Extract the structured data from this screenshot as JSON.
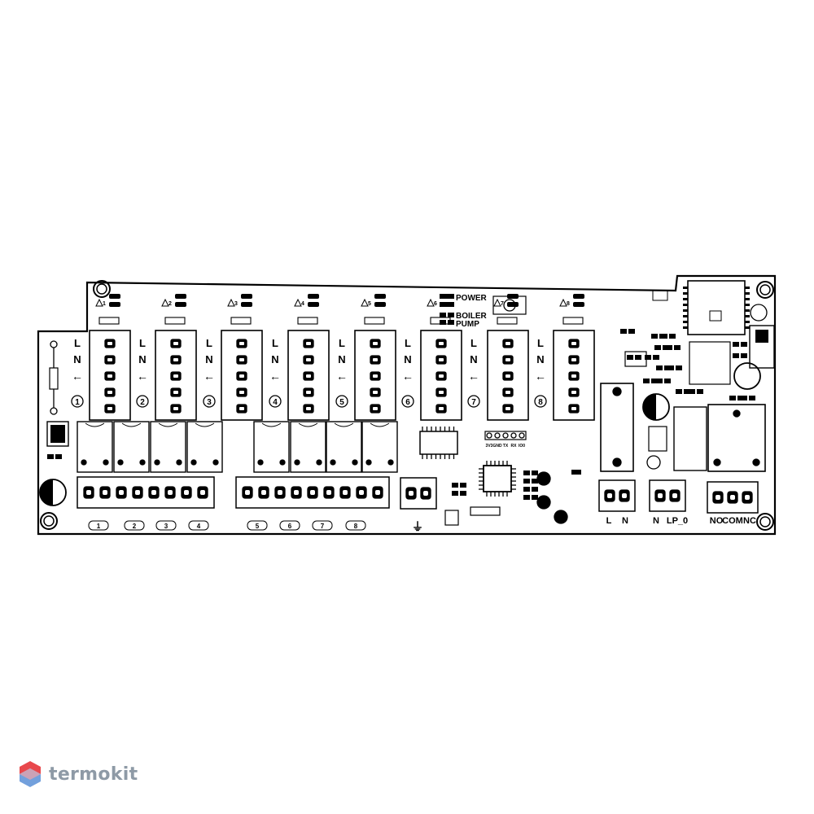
{
  "board": {
    "zone_terminal_labels": [
      "L",
      "N",
      "←"
    ],
    "zone_numbers": [
      "1",
      "2",
      "3",
      "4",
      "5",
      "6",
      "7",
      "8"
    ],
    "status_leds": [
      "POWER",
      "BOILER",
      "PUMP"
    ],
    "header_pin_labels": [
      "3V3",
      "GND",
      "TX",
      "RX",
      "IO0"
    ],
    "power_terminal_labels": [
      "L",
      "N"
    ],
    "pump_terminal_labels": [
      "N",
      "LP_0"
    ],
    "relay_terminal_labels": [
      "NO",
      "COM",
      "NC"
    ],
    "ground_symbol": "⏚"
  },
  "colors": {
    "outline": "#000000",
    "background": "#ffffff",
    "watermark_text": "#8e9aa6",
    "logo_red": "#e8484c",
    "logo_blue": "#5b8fd6"
  },
  "watermark": {
    "brand": "termokit"
  }
}
